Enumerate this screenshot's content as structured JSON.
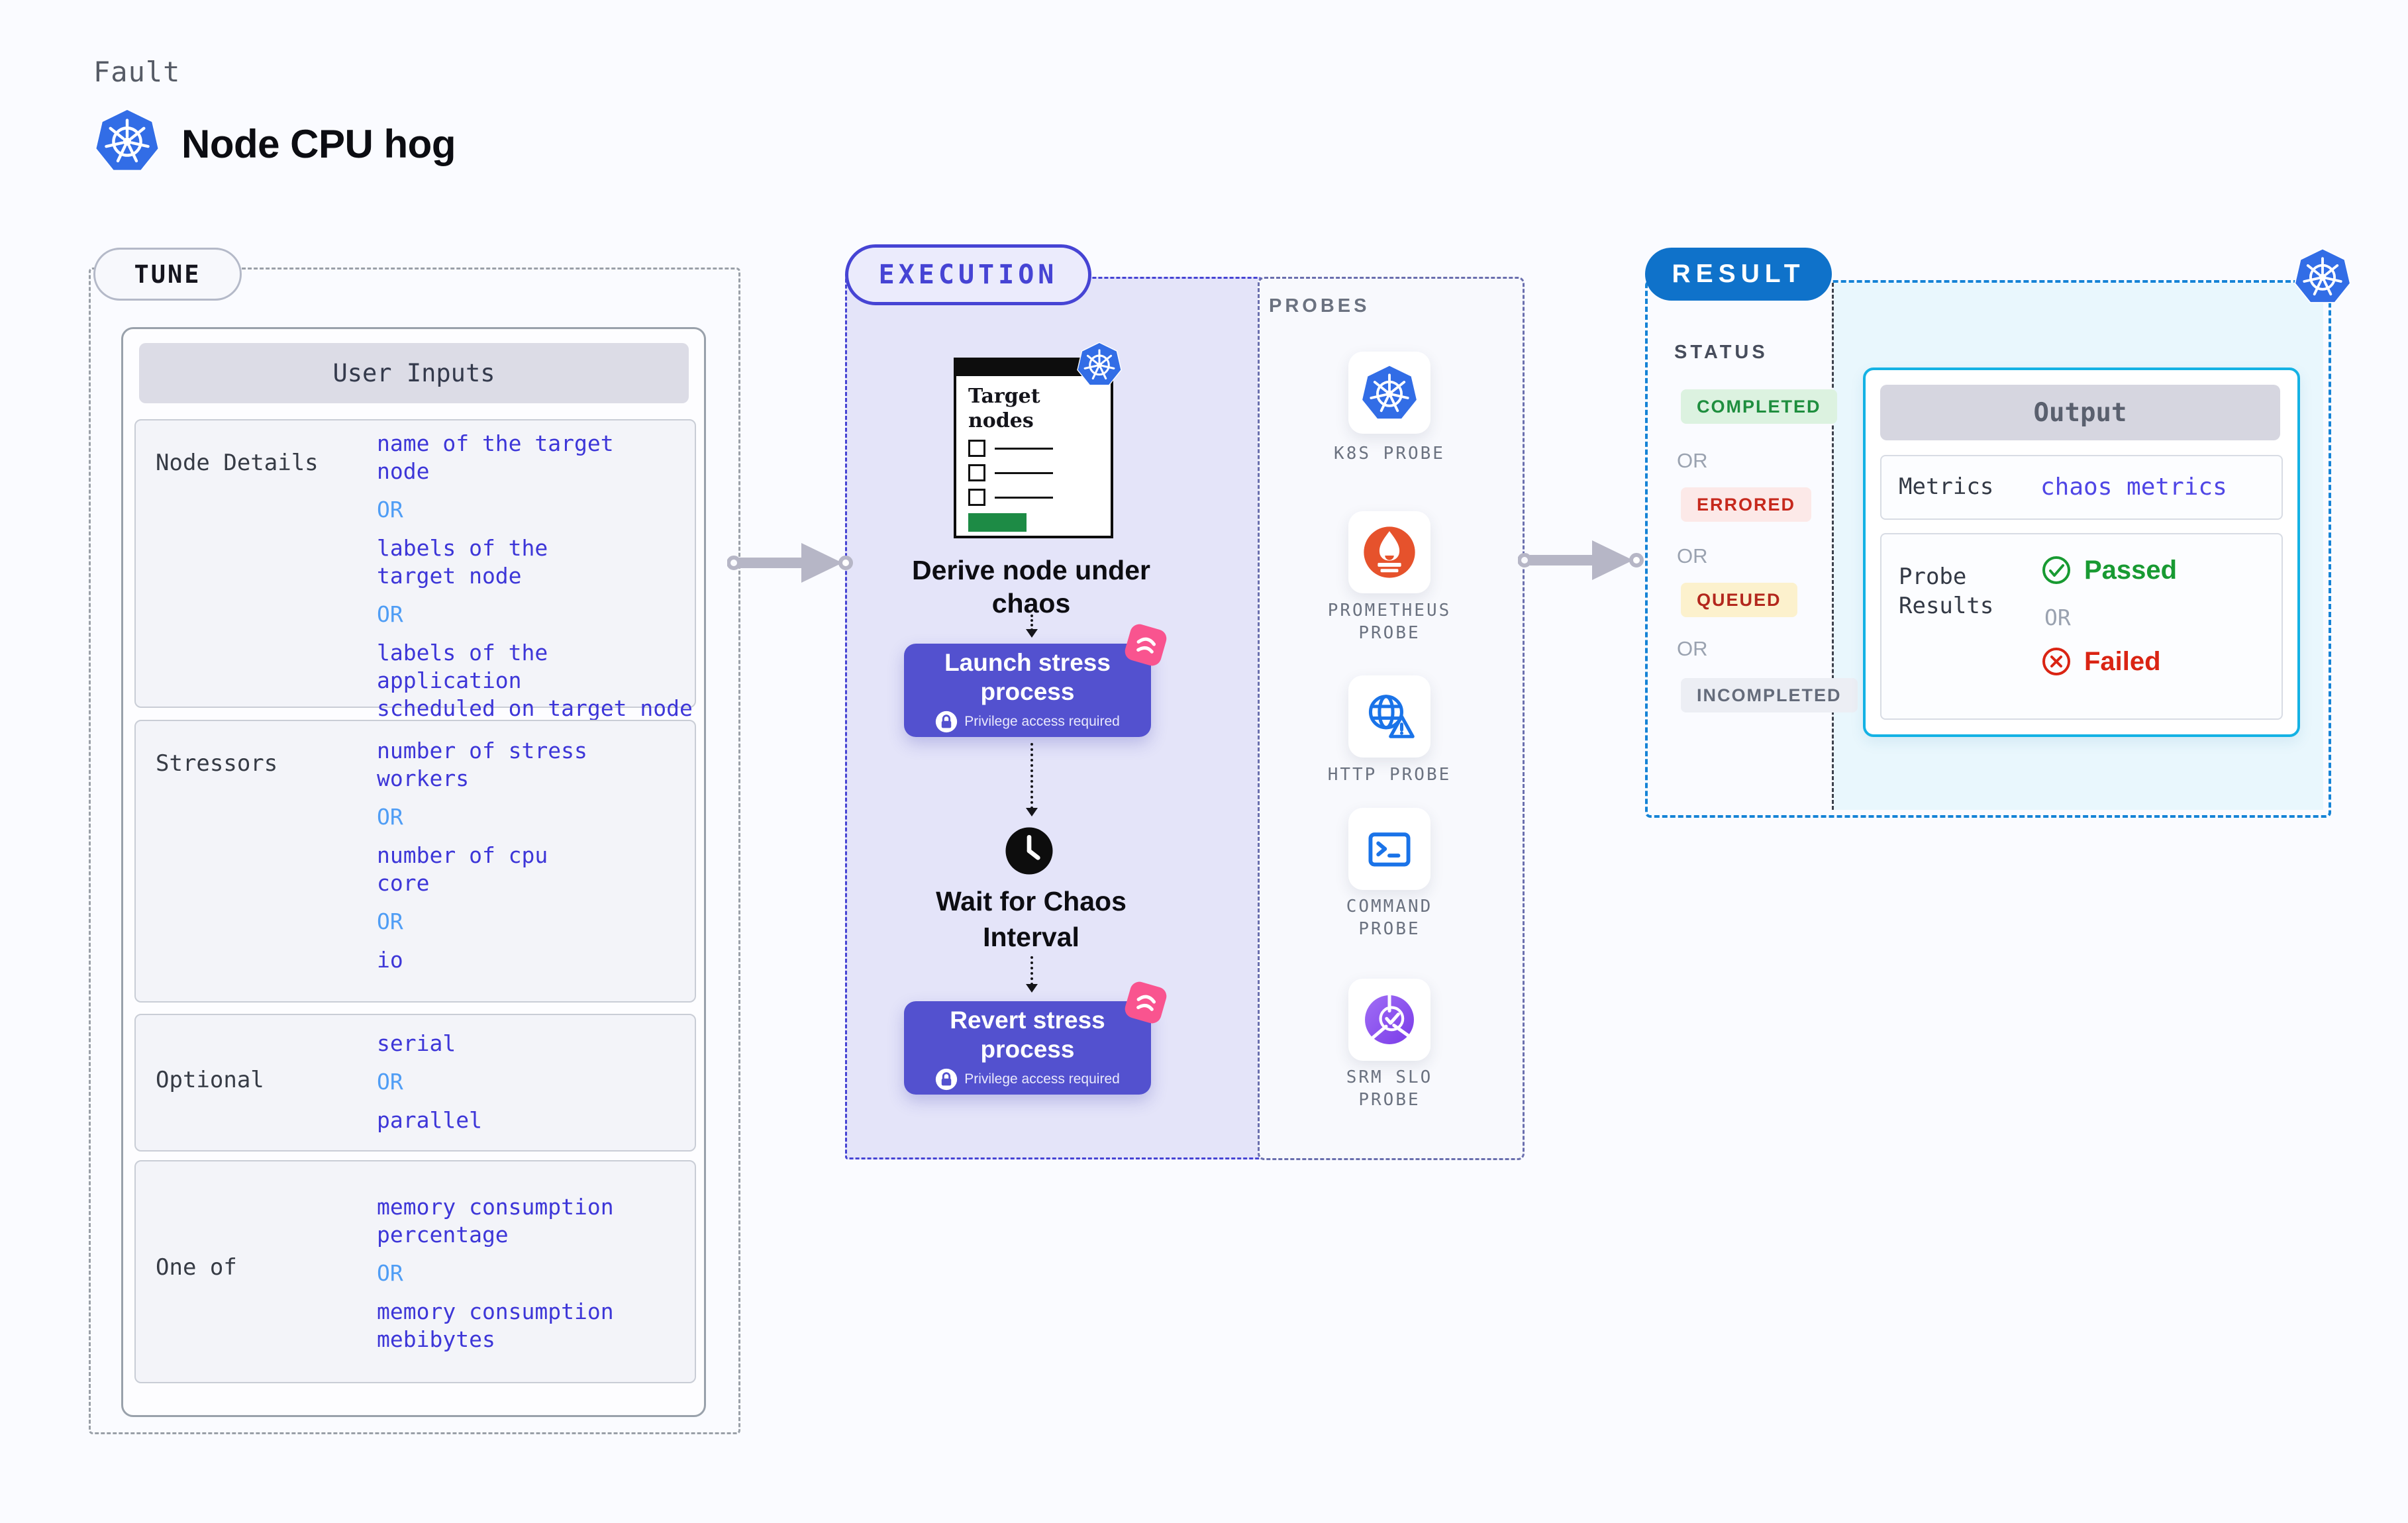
{
  "header": {
    "kicker": "Fault",
    "title": "Node CPU hog"
  },
  "tune": {
    "badge": "TUNE",
    "table_title": "User Inputs",
    "or": "OR",
    "rows": [
      {
        "label": "Node Details",
        "options": [
          "name of the target\nnode",
          "labels of the\ntarget node",
          "labels of the application\n scheduled on target node"
        ]
      },
      {
        "label": "Stressors",
        "options": [
          "number of stress\nworkers",
          "number of cpu\ncore",
          "io"
        ]
      },
      {
        "label": "Optional",
        "options": [
          "serial",
          "parallel"
        ]
      },
      {
        "label": "One of",
        "options": [
          "memory consumption\npercentage",
          "memory consumption\nmebibytes"
        ]
      }
    ]
  },
  "execution": {
    "badge": "EXECUTION",
    "window_title": "Target nodes",
    "derive_label": "Derive node under chaos",
    "launch_label": "Launch stress process",
    "wait_label": "Wait for Chaos Interval",
    "revert_label": "Revert stress process",
    "privilege_note": "Privilege access required"
  },
  "probes": {
    "title": "PROBES",
    "items": [
      {
        "icon": "k8s-icon",
        "label": "K8S PROBE"
      },
      {
        "icon": "prometheus-icon",
        "label": "PROMETHEUS\nPROBE"
      },
      {
        "icon": "http-icon",
        "label": "HTTP PROBE"
      },
      {
        "icon": "command-icon",
        "label": "COMMAND\nPROBE"
      },
      {
        "icon": "srm-slo-icon",
        "label": "SRM SLO\nPROBE"
      }
    ]
  },
  "result": {
    "badge": "RESULT",
    "status_title": "STATUS",
    "or": "OR",
    "statuses": [
      {
        "label": "COMPLETED",
        "fg": "#1e8e3e",
        "bg": "#dcf2e0"
      },
      {
        "label": "ERRORED",
        "fg": "#c6281c",
        "bg": "#fce9e8"
      },
      {
        "label": "QUEUED",
        "fg": "#b3271d",
        "bg": "#fcf1cd"
      },
      {
        "label": "INCOMPLETED",
        "fg": "#646b7a",
        "bg": "#eceef4"
      }
    ],
    "output": {
      "title": "Output",
      "metrics_label": "Metrics",
      "metrics_value": "chaos metrics",
      "probe_results_label": "Probe\nResults",
      "passed": "Passed",
      "or": "OR",
      "failed": "Failed"
    }
  },
  "colors": {
    "k8s_blue": "#326de6",
    "accent_indigo": "#5351cf",
    "execution_border": "#4644d4",
    "value_text": "#3d36d8",
    "or_text": "#4f9df5",
    "result_blue": "#0f72ca",
    "output_border": "#14b2e4",
    "prometheus_orange": "#e6522c",
    "passed_green": "#189a32",
    "failed_red": "#da2413",
    "pink_badge": "#f9548f"
  }
}
